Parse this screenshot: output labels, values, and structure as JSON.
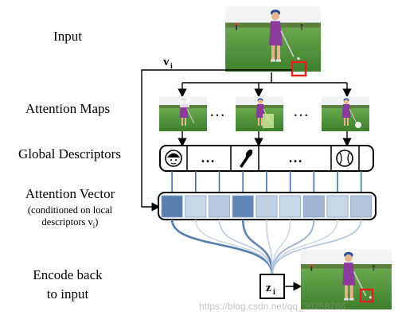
{
  "labels": {
    "input": "Input",
    "attention_maps": "Attention Maps",
    "global_descriptors": "Global Descriptors",
    "attention_vector": "Attention Vector",
    "conditioned_note_line1": "(conditioned on local",
    "conditioned_note_line2": "descriptors v",
    "conditioned_note_sub": "i",
    "conditioned_note_close": ")",
    "encode_line1": "Encode back",
    "encode_line2": "to input"
  },
  "symbols": {
    "v": "v",
    "v_sub": "i",
    "z": "z",
    "z_sub": "i",
    "ellipsis": "…"
  },
  "attention_vector_levels": [
    0.9,
    0.15,
    0.25,
    0.85,
    0.2,
    0.15,
    0.45,
    0.15,
    0.3
  ],
  "watermark": "https://blog.csdn.net/qq_30258766",
  "colors": {
    "selection_box": "#e3231b",
    "cell_strong": "#4a73a8",
    "cell_weak": "#dfe7f2",
    "connector": "#6d98c8"
  },
  "icons": [
    "face-icon",
    "golf-club-icon",
    "golf-ball-icon"
  ]
}
